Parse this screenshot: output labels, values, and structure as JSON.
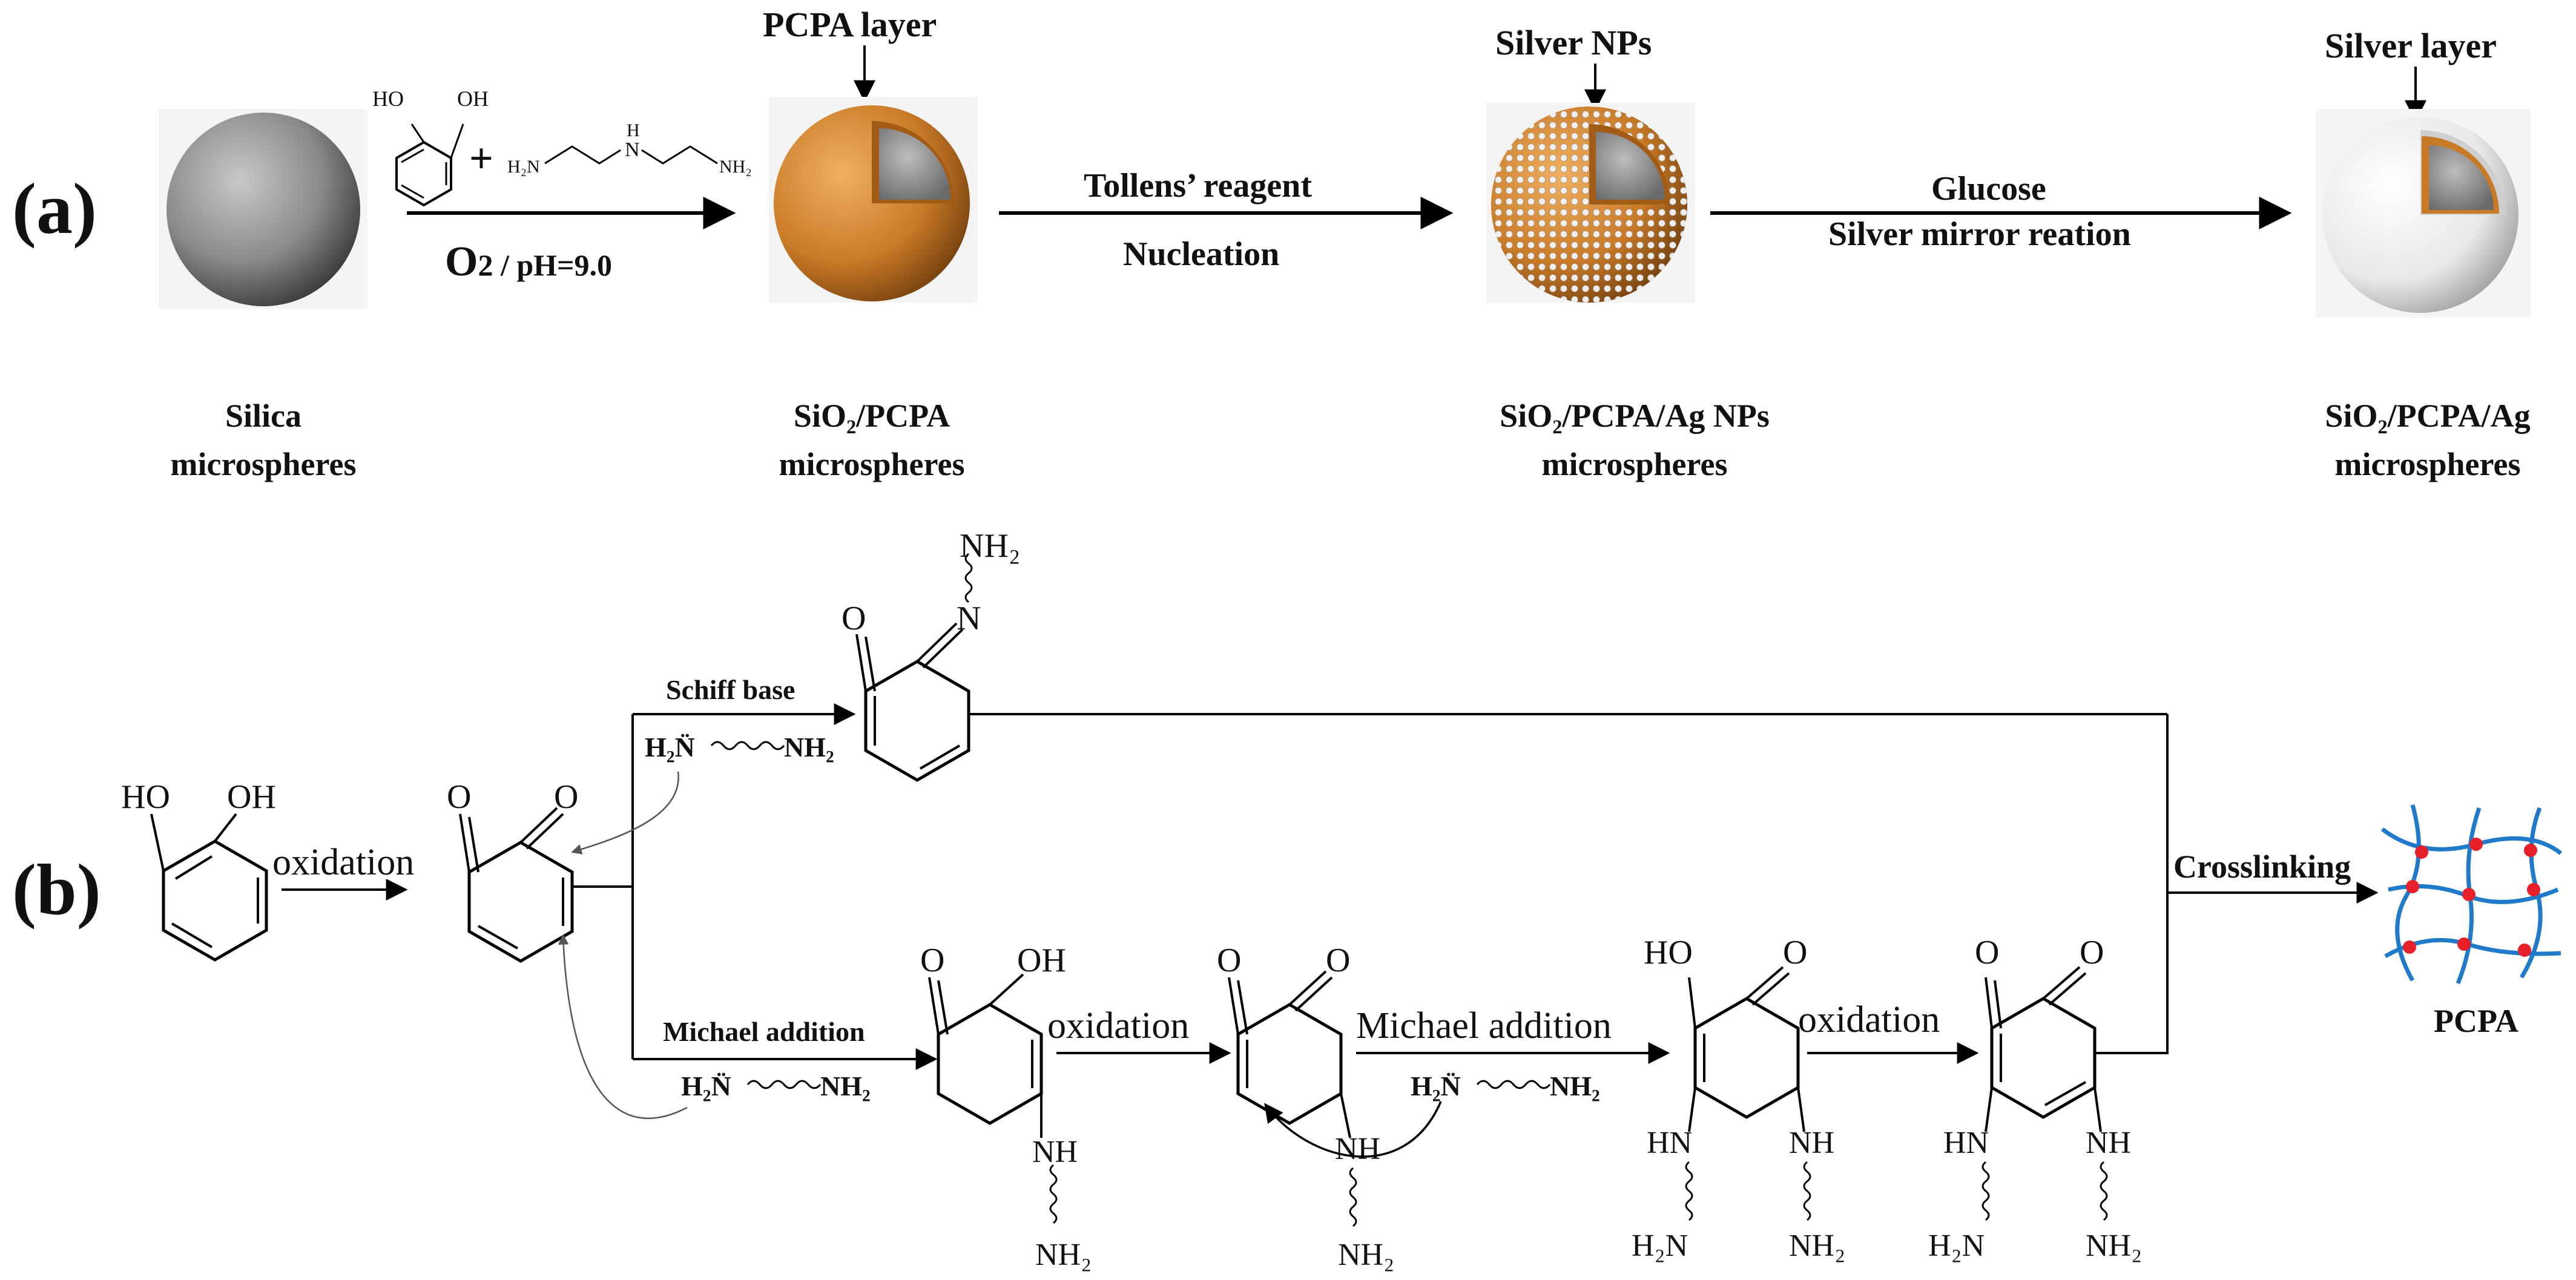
{
  "panel_a": {
    "label": "(a)",
    "pcpa_layer": "PCPA layer",
    "silver_nps": "Silver NPs",
    "silver_layer": "Silver layer",
    "reagent_oh_1": "HO",
    "reagent_oh_2": "OH",
    "plus": "+",
    "amine_left": "H₂N",
    "amine_nh": "N",
    "amine_h": "H",
    "amine_right": "NH₂",
    "step1_cond_o": "O",
    "step1_cond_rest": "2 / pH=9.0",
    "step2_top": "Tollens’ reagent",
    "step2_bottom": "Nucleation",
    "step3_top": "Glucose",
    "step3_bottom": "Silver mirror reation",
    "silica_l1": "Silica",
    "silica_l2": "microspheres",
    "sio2pcpa_l1": "SiO₂/PCPA",
    "sio2pcpa_l2": "microspheres",
    "agnps_l1": "SiO₂/PCPA/Ag NPs",
    "agnps_l2": "microspheres",
    "ag_l1": "SiO₂/PCPA/Ag",
    "ag_l2": "microspheres"
  },
  "panel_b": {
    "label": "(b)",
    "catechol_ho": "HO",
    "catechol_oh": "OH",
    "oxidation_1": "oxidation",
    "quinone_o1": "O",
    "quinone_o2": "O",
    "schiff_base": "Schiff base",
    "schiff_amine_l": "H₂N̈",
    "schiff_amine_r": "NH₂",
    "schiff_prod_o": "O",
    "schiff_prod_n": "N",
    "schiff_prod_nh2": "NH₂",
    "michael_1": "Michael addition",
    "michael_amine_l": "H₂N̈",
    "michael_amine_r": "NH₂",
    "m1_o": "O",
    "m1_oh": "OH",
    "m1_nh": "NH",
    "m1_nh2": "NH₂",
    "oxidation_2": "oxidation",
    "q2_o1": "O",
    "q2_o2": "O",
    "q2_nh": "NH",
    "q2_nh2": "NH₂",
    "michael_2": "Michael addition",
    "michael2_amine_l": "H₂N̈",
    "michael2_amine_r": "NH₂",
    "d1_ho": "HO",
    "d1_o": "O",
    "d1_hn": "HN",
    "d1_nh": "NH",
    "d1_h2n": "H₂N",
    "d1_nh2": "NH₂",
    "oxidation_3": "oxidation",
    "d2_o1": "O",
    "d2_o2": "O",
    "d2_hn": "HN",
    "d2_nh": "NH",
    "d2_h2n": "H₂N",
    "d2_nh2": "NH₂",
    "crosslinking": "Crosslinking",
    "pcpa": "PCPA"
  },
  "colors": {
    "silica": "#8a8a8a",
    "pcpa": "#c97a26",
    "silver": "#e8e8e8",
    "network_line": "#1f7ac9",
    "network_node": "#e8202a"
  }
}
